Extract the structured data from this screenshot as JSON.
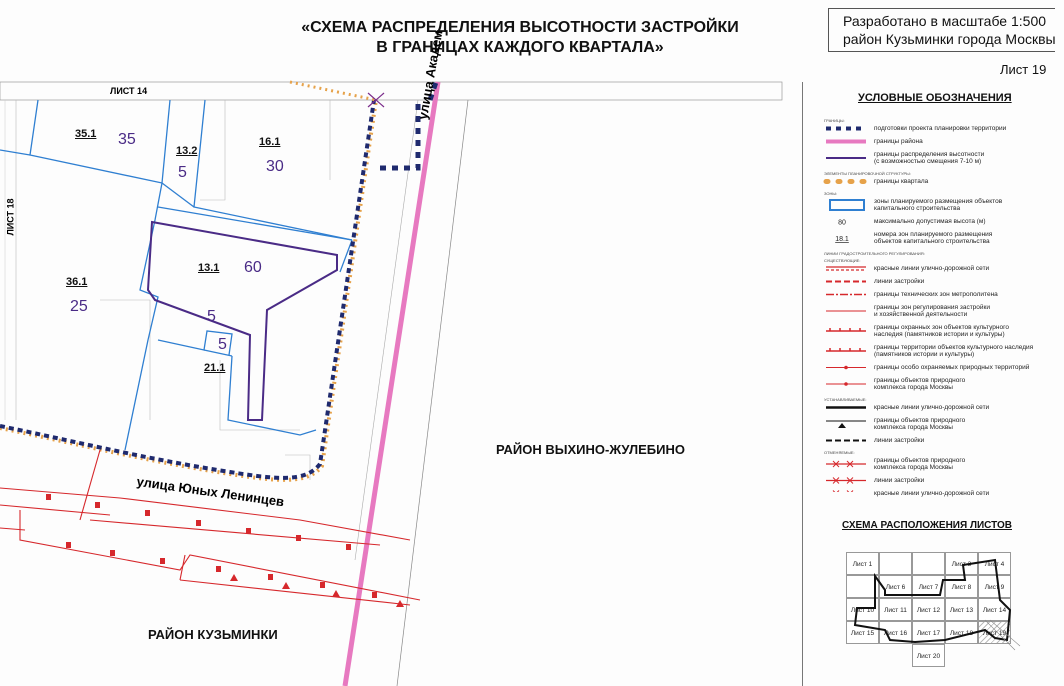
{
  "title": {
    "line1": "«СХЕМА РАСПРЕДЕЛЕНИЯ ВЫСОТНОСТИ ЗАСТРОЙКИ",
    "line2": "В ГРАНИЦАХ КАЖДОГО КВАРТАЛА»"
  },
  "scale_box": {
    "scale": "Разработано в масштабе 1:500",
    "district": "район Кузьминки города Москвы"
  },
  "sheet": "Лист 19",
  "map": {
    "sheet_top": "ЛИСТ 14",
    "sheet_left": "ЛИСТ 18",
    "street_akad": "улица Академ",
    "street_yunyh": "улица Юных Ленинцев",
    "district_east": "РАЙОН ВЫХИНО-ЖУЛЕБИНО",
    "district_south": "РАЙОН КУЗЬМИНКИ",
    "blocks": [
      {
        "id": "35.1",
        "height": "35"
      },
      {
        "id": "13.2",
        "height": "5"
      },
      {
        "id": "16.1",
        "height": "30"
      },
      {
        "id": "13.1",
        "height": "60"
      },
      {
        "id": "",
        "height": "5"
      },
      {
        "id": "",
        "height": "5"
      },
      {
        "id": "21.1",
        "height": ""
      },
      {
        "id": "36.1",
        "height": "25"
      }
    ]
  },
  "legend": {
    "title": "УСЛОВНЫЕ ОБОЗНАЧЕНИЯ",
    "items": [
      {
        "header": "границы:"
      },
      {
        "label": "подготовки проекта планировки территории",
        "symbol": "navy-dash"
      },
      {
        "label": "границы района",
        "symbol": "pink-line"
      },
      {
        "label": "границы распределения высотности\n(с возможностью смещения 7-10 м)",
        "symbol": "purple-line"
      },
      {
        "header": "элементы планировочной структуры:"
      },
      {
        "label": "границы квартала",
        "symbol": "orange-dots"
      },
      {
        "header": "зоны:"
      },
      {
        "label": "зоны планируемого размещения объектов\nкапитального строительства",
        "symbol": "blue-rect"
      },
      {
        "label": "максимально допустимая высота (м)",
        "symbol": "text-80",
        "symbol_text": "80"
      },
      {
        "label": "номера зон планируемого размещения\nобъектов капитального строительства",
        "symbol": "text-181",
        "symbol_text": "18.1"
      },
      {
        "header": "линии градостроительного регулирования:"
      },
      {
        "header": "существующие:"
      },
      {
        "label": "красные линии улично-дорожной сети",
        "symbol": "red-double"
      },
      {
        "label": "линии застройки",
        "symbol": "red-dash"
      },
      {
        "label": "границы технических зон метрополитена",
        "symbol": "red-dashdot"
      },
      {
        "label": "границы зон регулирования застройки\nи хозяйственной деятельности",
        "symbol": "red-thin"
      },
      {
        "label": "границы охранных зон объектов культурного\nнаследия (памятников истории и культуры)",
        "symbol": "red-ticks"
      },
      {
        "label": "границы территории объектов культурного наследия\n(памятников истории и культуры)",
        "symbol": "red-ticks2"
      },
      {
        "label": "границы особо охраняемых природных территорий",
        "symbol": "red-dotline"
      },
      {
        "label": "границы объектов природного\nкомплекса города Москвы",
        "symbol": "red-dotline2"
      },
      {
        "header": "устанавливаемые:"
      },
      {
        "label": "красные линии улично-дорожной сети",
        "symbol": "black-line"
      },
      {
        "label": "границы объектов природного\nкомплекса города Москвы",
        "symbol": "black-tri"
      },
      {
        "label": "линии застройки",
        "symbol": "black-dash"
      },
      {
        "header": "отменяемые:"
      },
      {
        "label": "границы объектов природного\nкомплекса города Москвы",
        "symbol": "red-x"
      },
      {
        "label": "линии застройки",
        "symbol": "red-x2"
      },
      {
        "label": "красные линии улично-дорожной сети",
        "symbol": "red-x3"
      }
    ]
  },
  "sheet_grid": {
    "title": "СХЕМА РАСПОЛОЖЕНИЯ ЛИСТОВ",
    "cells": [
      "Лист 1",
      "",
      "",
      "Лист 3",
      "Лист 4",
      "",
      "Лист 6",
      "Лист 7",
      "Лист 8",
      "Лист 9",
      "Лист 10",
      "Лист 11",
      "Лист 12",
      "Лист 13",
      "Лист 14",
      "Лист 15",
      "Лист 16",
      "Лист 17",
      "Лист 18",
      "Лист 19",
      "Лист 20"
    ]
  },
  "colors": {
    "navy": "#1f2a6e",
    "pink": "#e779c0",
    "purple": "#4a2b86",
    "orange": "#e6a24a",
    "blue": "#2f7fd1",
    "red": "#d6282c"
  }
}
